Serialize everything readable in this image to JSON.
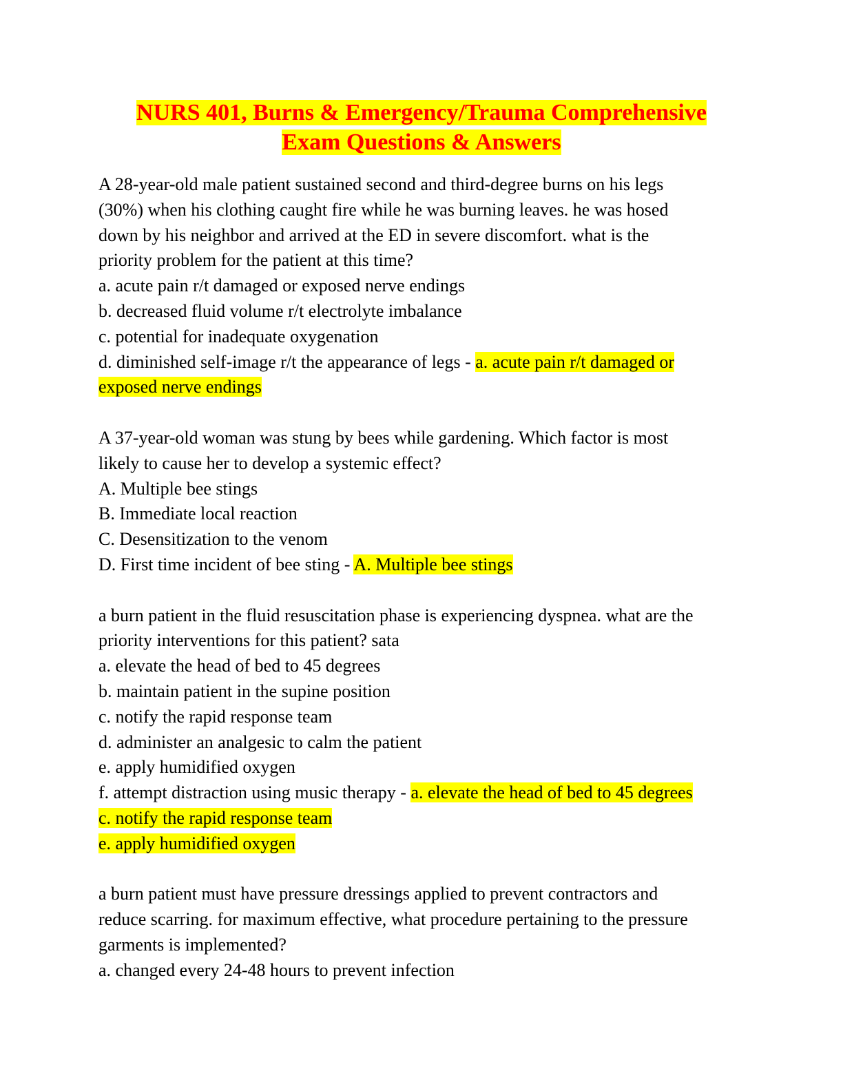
{
  "title": {
    "line1": "NURS 401, Burns & Emergency/Trauma Comprehensive",
    "line2": "Exam Questions & Answers"
  },
  "q1": {
    "stem": [
      "A 28-year-old male patient sustained second and third-degree burns on his legs",
      "(30%) when his clothing caught fire while he was burning leaves. he was hosed",
      "down by his neighbor and arrived at the ED in severe discomfort. what is the",
      "priority problem for the patient at this time?"
    ],
    "options": [
      "a. acute pain r/t damaged or exposed nerve endings",
      "b. decreased fluid volume r/t electrolyte imbalance",
      "c. potential for inadequate oxygenation"
    ],
    "last_option": "d. diminished self-image r/t the appearance of legs - ",
    "answer_part1": "a. acute pain r/t damaged or",
    "answer_part2": "exposed nerve endings"
  },
  "q2": {
    "stem": [
      "A 37-year-old woman was stung by bees while gardening. Which factor is most",
      "likely to cause her to develop a systemic effect?"
    ],
    "options": [
      "A. Multiple bee stings",
      "B. Immediate local reaction",
      "C. Desensitization to the venom"
    ],
    "last_option": "D. First time incident of bee sting - ",
    "answer": "A. Multiple bee stings"
  },
  "q3": {
    "stem": [
      "a burn patient in the fluid resuscitation phase is experiencing dyspnea. what are the",
      "priority interventions for this patient? sata"
    ],
    "options": [
      "a. elevate the head of bed to 45 degrees",
      "b. maintain patient in the supine position",
      "c. notify the rapid response team",
      "d. administer an analgesic to calm the patient",
      "e. apply humidified oxygen"
    ],
    "last_option": "f. attempt distraction using music therapy - ",
    "answers": [
      "a. elevate the head of bed to 45 degrees",
      "c. notify the rapid response team",
      "e. apply humidified oxygen"
    ]
  },
  "q4": {
    "stem": [
      "a burn patient must have pressure dressings applied to prevent contractors and",
      "reduce scarring. for maximum effective, what procedure pertaining to the pressure",
      "garments is implemented?"
    ],
    "options": [
      "a. changed every 24-48 hours to prevent infection"
    ]
  }
}
